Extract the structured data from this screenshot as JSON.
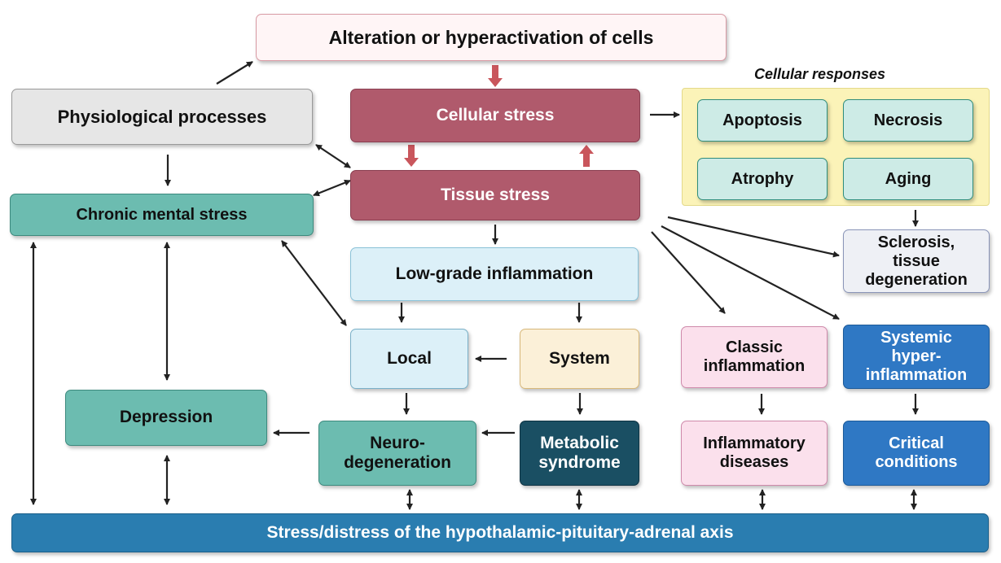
{
  "colors": {
    "cell_stress": "#b05a6c",
    "teal": "#6cbcb0",
    "light_blue": "#dcf0f8",
    "cream": "#fbf0d8",
    "dark_teal": "#1a4f63",
    "pink": "#fbe0ec",
    "blue": "#2f78c4",
    "grey": "#e6e6e6",
    "yellow_bg": "#fbf3b8",
    "hpa": "#2a7db0",
    "red_arrow": "#c9565c"
  },
  "labels": {
    "cellular_responses": "Cellular responses"
  },
  "boxes": {
    "alteration": "Alteration or hyperactivation of cells",
    "physiological": "Physiological processes",
    "cellular_stress": "Cellular stress",
    "tissue_stress": "Tissue stress",
    "chronic_mental_stress": "Chronic mental stress",
    "apoptosis": "Apoptosis",
    "necrosis": "Necrosis",
    "atrophy": "Atrophy",
    "aging": "Aging",
    "sclerosis": [
      "Sclerosis,",
      "tissue",
      "degeneration"
    ],
    "low_grade": "Low-grade inflammation",
    "local": "Local",
    "system": "System",
    "classic": [
      "Classic",
      "inflammation"
    ],
    "systemic": [
      "Systemic",
      "hyper-",
      "inflammation"
    ],
    "depression": "Depression",
    "neuro": [
      "Neuro-",
      "degeneration"
    ],
    "metabolic": [
      "Metabolic",
      "syndrome"
    ],
    "inflammatory_diseases": [
      "Inflammatory",
      "diseases"
    ],
    "critical": [
      "Critical",
      "conditions"
    ],
    "hpa": "Stress/distress of the hypothalamic-pituitary-adrenal axis"
  }
}
